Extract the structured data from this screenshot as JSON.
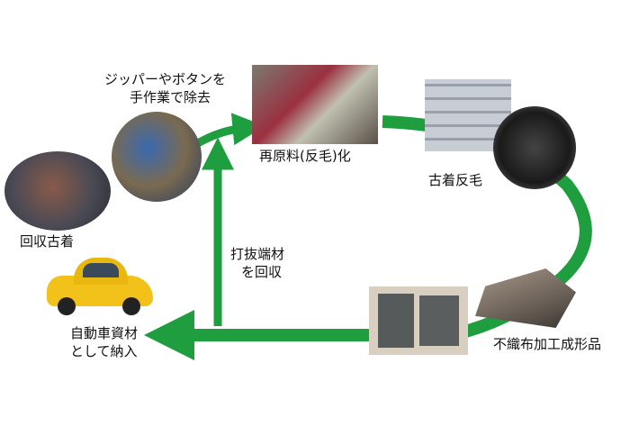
{
  "colors": {
    "arrow": "#1e9e3e"
  },
  "labels": {
    "collected_clothes": "回収古着",
    "remove_line1": "ジッパーやボタンを",
    "remove_line2": "手作業で除去",
    "reprocess": "再原料(反毛)化",
    "recycled_fiber": "古着反毛",
    "scrap_line1": "打抜端材",
    "scrap_line2": "を回収",
    "auto_line1": "自動車資材",
    "auto_line2": "として納入",
    "nonwoven": "不織布加工成形品"
  }
}
